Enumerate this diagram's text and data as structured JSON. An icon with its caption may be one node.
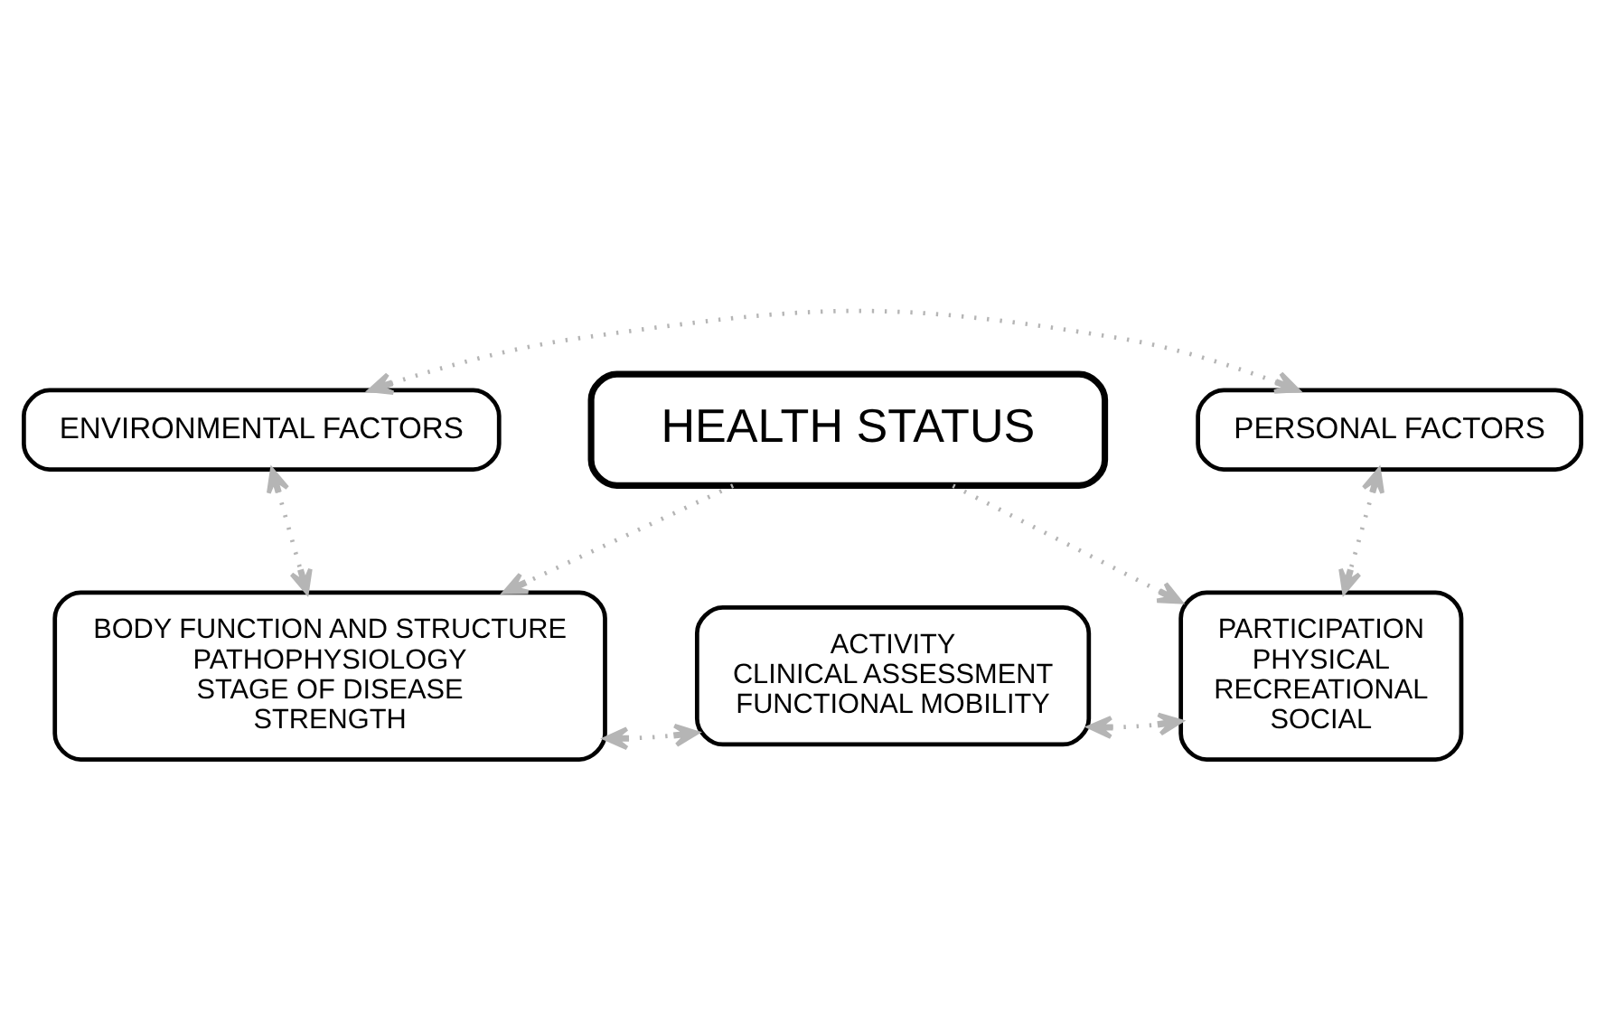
{
  "diagram": {
    "nodes": [
      {
        "text": [
          "HEALTH STATUS"
        ]
      },
      {
        "text": [
          "BODY FUNCTION AND STRUCTURE",
          "PATHOPHYSIOLOGY",
          "STAGE OF DISEASE",
          "STRENGTH"
        ]
      },
      {
        "text": [
          "ACTIVITY",
          "CLINICAL ASSESSMENT",
          "FUNCTIONAL MOBILITY"
        ]
      },
      {
        "text": [
          "PARTICIPATION",
          "PHYSICAL",
          "RECREATIONAL",
          "SOCIAL"
        ]
      },
      {
        "text": [
          "ENVIRONMENTAL FACTORS"
        ]
      },
      {
        "text": [
          "PERSONAL FACTORS"
        ]
      }
    ],
    "edges": [
      {
        "from": 0,
        "to": 1,
        "arrow": "to",
        "style": "dashed"
      },
      {
        "from": 0,
        "to": 3,
        "arrow": "to",
        "style": "dashed"
      },
      {
        "from": 1,
        "to": 2,
        "arrow": "both",
        "style": "dashed"
      },
      {
        "from": 2,
        "to": 3,
        "arrow": "both",
        "style": "dashed"
      },
      {
        "from": 4,
        "to": 1,
        "arrow": "both",
        "style": "dashed"
      },
      {
        "from": 4,
        "to": 5,
        "arrow": "both",
        "style": "dashed"
      },
      {
        "from": 5,
        "to": 3,
        "arrow": "both",
        "style": "dashed"
      }
    ]
  }
}
